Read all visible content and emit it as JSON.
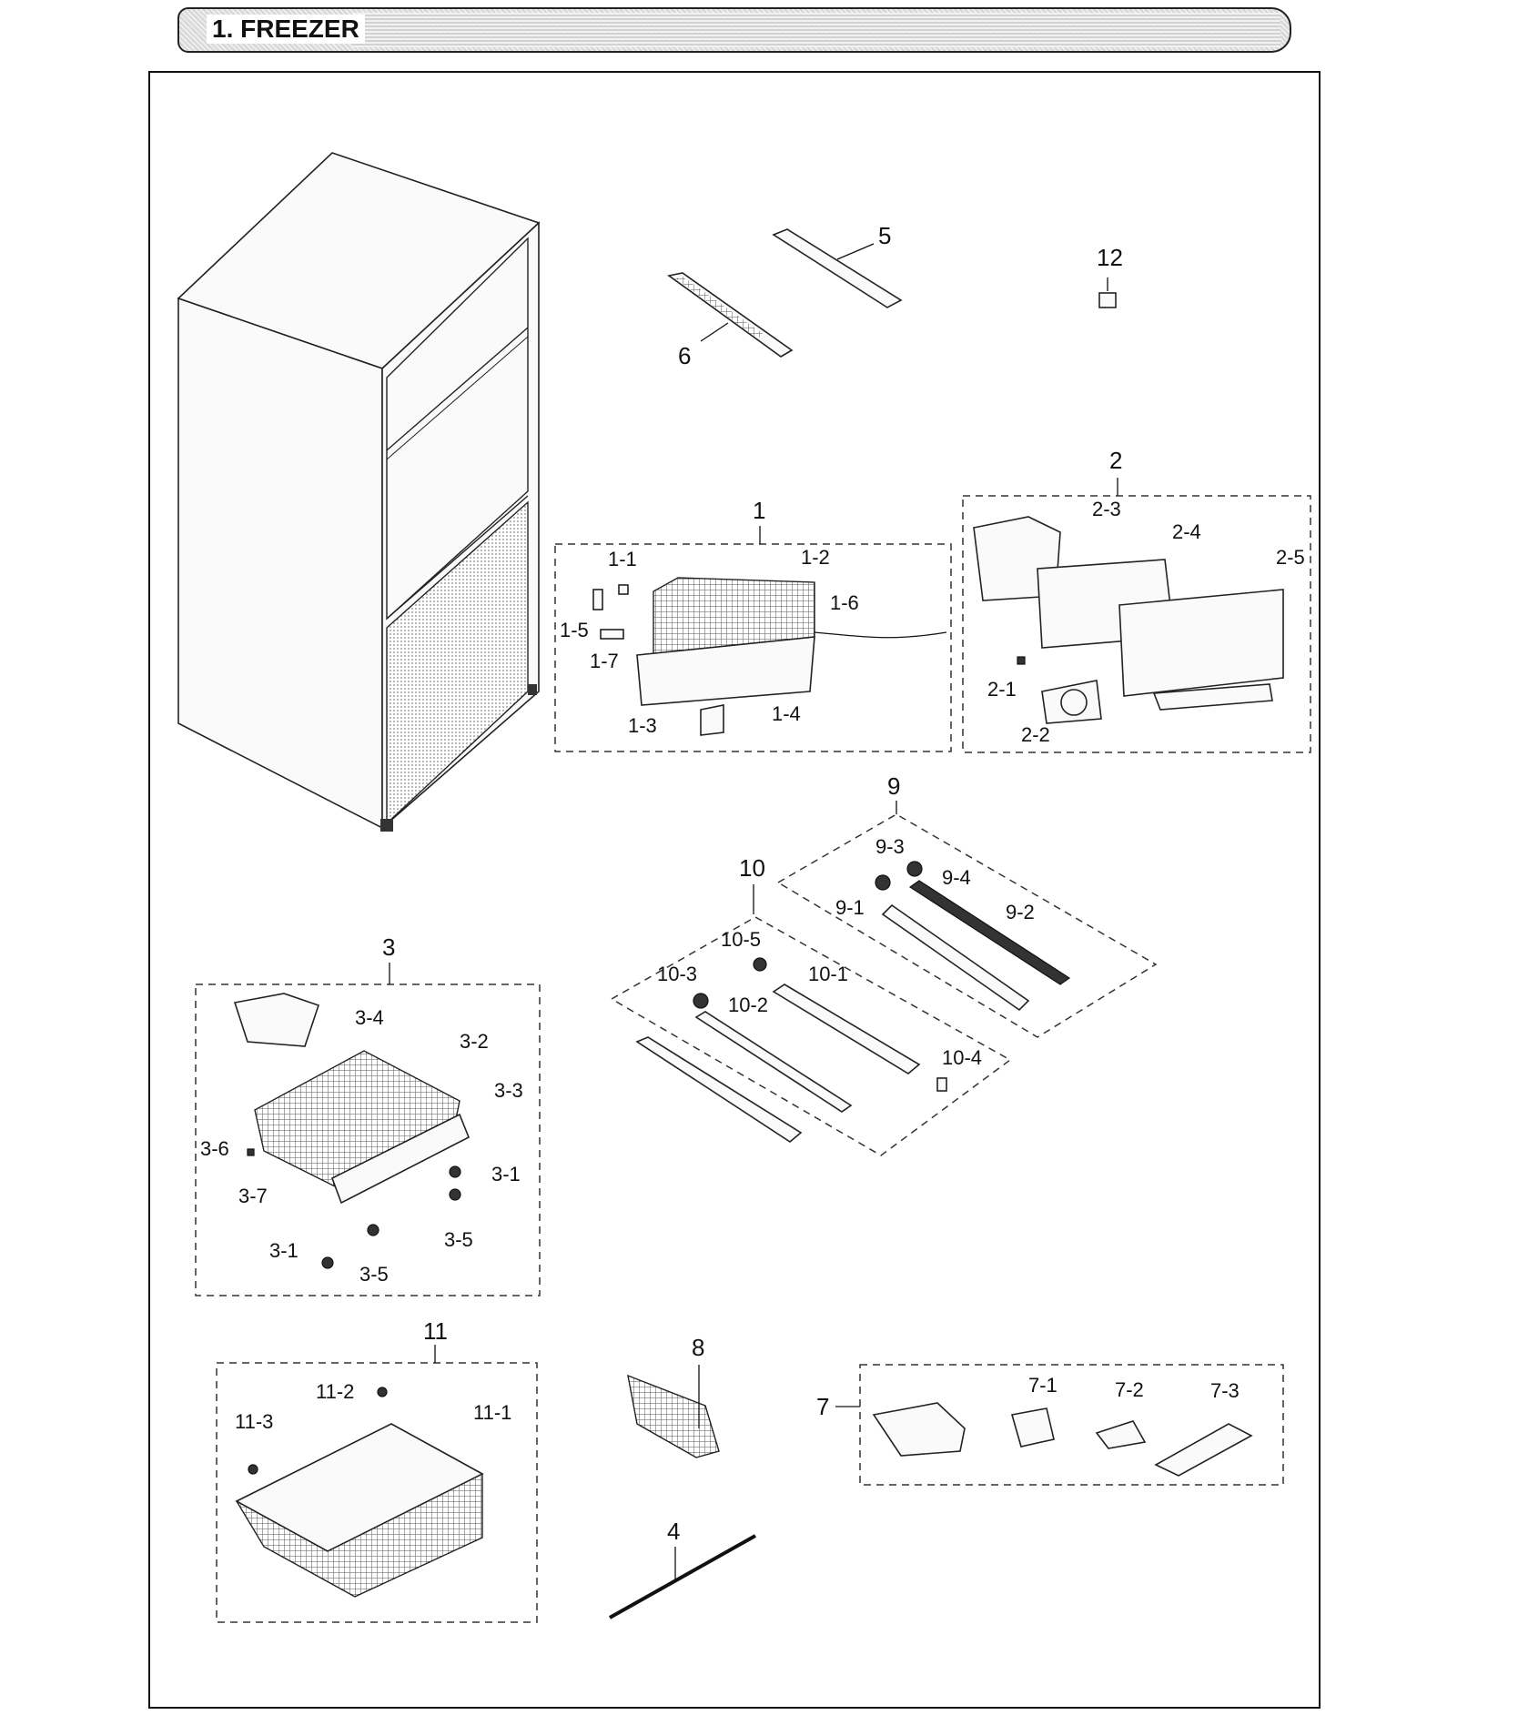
{
  "header": {
    "title": "1. FREEZER"
  },
  "labels": {
    "p1": "1",
    "p1_1": "1-1",
    "p1_2": "1-2",
    "p1_3": "1-3",
    "p1_4": "1-4",
    "p1_5": "1-5",
    "p1_6": "1-6",
    "p1_7": "1-7",
    "p2": "2",
    "p2_1": "2-1",
    "p2_2": "2-2",
    "p2_3": "2-3",
    "p2_4": "2-4",
    "p2_5": "2-5",
    "p3": "3",
    "p3_1a": "3-1",
    "p3_1b": "3-1",
    "p3_2": "3-2",
    "p3_3": "3-3",
    "p3_4": "3-4",
    "p3_5a": "3-5",
    "p3_5b": "3-5",
    "p3_6": "3-6",
    "p3_7": "3-7",
    "p4": "4",
    "p5": "5",
    "p6": "6",
    "p7": "7",
    "p7_1": "7-1",
    "p7_2": "7-2",
    "p7_3": "7-3",
    "p8": "8",
    "p9": "9",
    "p9_1": "9-1",
    "p9_2": "9-2",
    "p9_3": "9-3",
    "p9_4": "9-4",
    "p10": "10",
    "p10_1": "10-1",
    "p10_2": "10-2",
    "p10_3": "10-3",
    "p10_4": "10-4",
    "p10_5": "10-5",
    "p11": "11",
    "p11_1": "11-1",
    "p11_2": "11-2",
    "p11_3": "11-3",
    "p12": "12"
  }
}
